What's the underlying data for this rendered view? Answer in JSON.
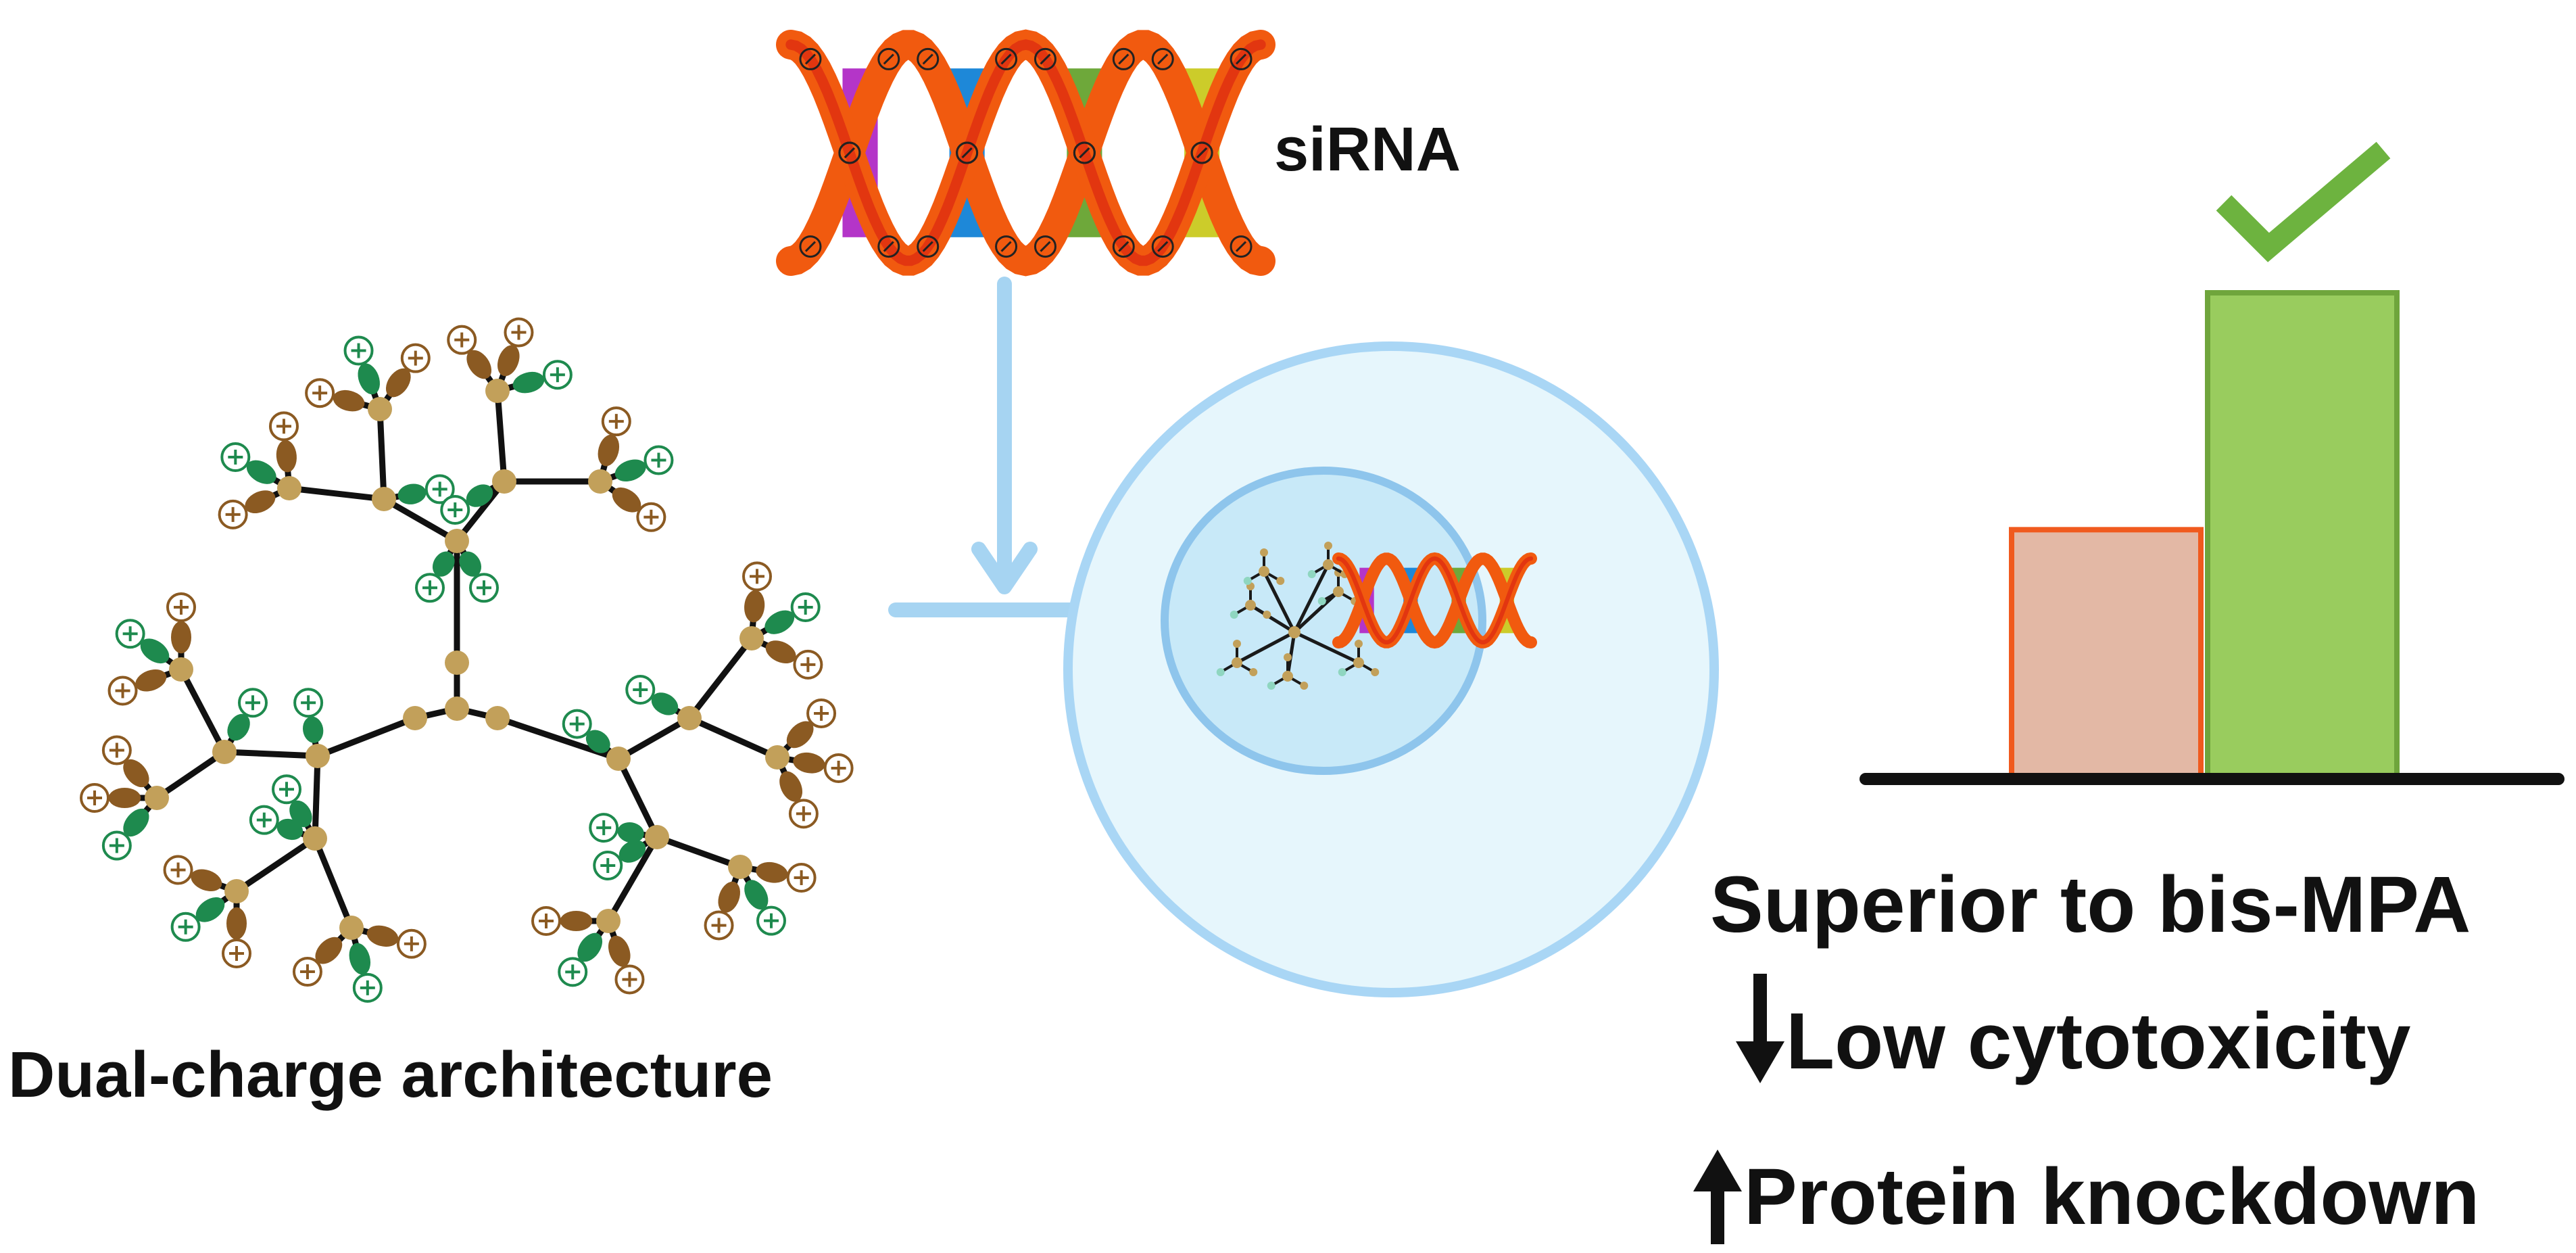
{
  "labels": {
    "sirna": "siRNA",
    "architecture": "Dual-charge architecture",
    "superior": "Superior to bis-MPA",
    "low_cytotoxicity": "Low cytotoxicity",
    "protein_knockdown": "Protein knockdown"
  },
  "charge_symbols": {
    "positive": "+",
    "negative": "−"
  },
  "colors": {
    "text": "#111111",
    "node_gold": "#C2A05A",
    "cationic_brown": "#8B5A22",
    "anionic_green": "#1E8A4E",
    "cell_membrane": "#A9D6F5",
    "cell_fill": "#E6F6FC",
    "nucleus_fill": "#C8E9F8",
    "nucleus_border": "#8EC5EC",
    "arrow_blue": "#A6D4F2",
    "dna_backbone": "#F15A0F",
    "dna_backbone_inner": "#E23610",
    "base_purple": "#B435C8",
    "base_blue": "#1E88D8",
    "base_green": "#6EA83A",
    "base_yellow": "#CCCC2A",
    "bar_bis_mpa_fill": "#E3B8A5",
    "bar_bis_mpa_border": "#F05A1E",
    "bar_dual_charge_fill": "#99CC5E",
    "bar_dual_charge_border": "#6FA53C",
    "checkmark": "#6DB33F"
  },
  "icons": {
    "check": "checkmark-icon",
    "down_arrow": "down-arrow-icon",
    "up_arrow": "up-arrow-icon"
  },
  "chart_data": {
    "type": "bar",
    "categories": [
      "",
      ""
    ],
    "values": [
      0.51,
      1.0
    ],
    "title": "",
    "xlabel": "",
    "ylabel": ""
  }
}
